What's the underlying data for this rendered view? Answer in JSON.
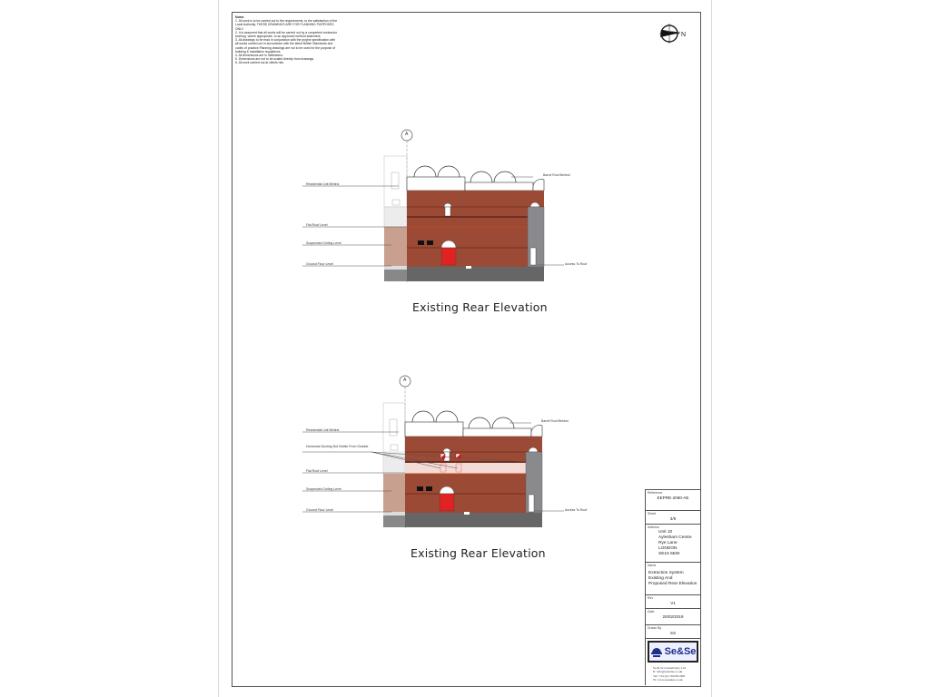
{
  "notes": {
    "heading": "Notes",
    "lines": [
      "1. All work is to be carried out to the requirements, to the satisfaction of the",
      "Local Authority. THESE DRAWINGS ARE FOR PLANNING PURPOSES ONLY.",
      "2. It is assumed that all works will be carried out by a competent contractor",
      "working, where appropriate, to an approved method statement.",
      "3. All drawings to be read in conjunction with the project specification with",
      "all works carried out in accordance with the latest British Standards and",
      "codes of practice.Planning drawings are not to be used for the purpose of",
      "building & installation regulations.",
      "4. All dimensions are in millimeters.",
      "5. Dimensions are not to be scaled directly from drawings.",
      "6. All work carried out at clients risk."
    ]
  },
  "north_arrow": {
    "icon": "north-arrow-compass-icon",
    "label": "N"
  },
  "elevations": [
    {
      "grid_marker": "A",
      "title": "Existing Rear Elevation",
      "labels": {
        "residential_unit_behind": "Residential Unit Behind",
        "flat_roof_level": "Flat Roof Level",
        "suspended_ceiling_level": "Suspended Ceiling Level",
        "ground_floor_level": "Ground Floor Level",
        "barrel_roof_behind": "Barrel Roof Behind",
        "access_to_roof": "Access To Roof"
      }
    },
    {
      "grid_marker": "A",
      "title": "Existing Rear Elevation",
      "labels": {
        "residential_unit_behind": "Residential Unit Behind",
        "horizontal_ducting": "Horizontal Ducting Not Visible From Outside",
        "flat_roof_level": "Flat Roof Level",
        "suspended_ceiling_level": "Suspended Ceiling Level",
        "ground_floor_level": "Ground Floor Level",
        "barrel_roof_behind": "Barrel Roof Behind",
        "access_to_roof": "Access To Roof"
      }
    }
  ],
  "title_block": {
    "reference_caption": "Reference",
    "reference": "EEPRE-2060-AE",
    "sheet_caption": "Sheet",
    "sheet": "3/9",
    "address_caption": "Address",
    "address": [
      "Unit 10",
      "Aylesham Centre",
      "Rye Lane",
      "LONDON",
      "SE15 5EW"
    ],
    "name_caption": "Name",
    "name": [
      "Extraction System",
      "Existing And",
      "Proposed Rear Elevation"
    ],
    "rev_caption": "Rev",
    "rev": "V1",
    "date_caption": "Date",
    "date": "20/02/2019",
    "drawn_caption": "Drawn By",
    "drawn_by": "SS",
    "logo_text": "Se&Se",
    "contact": [
      "Se & Se Consultancy Ltd.",
      "E: info@seandse.co.uk",
      "Tel: +44 (0) 7494761000",
      "W: www.seandse.co.uk"
    ]
  },
  "colors": {
    "brick": "#9b4a36",
    "brick_band": "#7a2f1f",
    "door_red": "#e02222",
    "cladding_grey": "#8a8a8e",
    "base_grey": "#666666",
    "pink_infill": "#c89a88",
    "light_pink": "#f3dcd6"
  }
}
